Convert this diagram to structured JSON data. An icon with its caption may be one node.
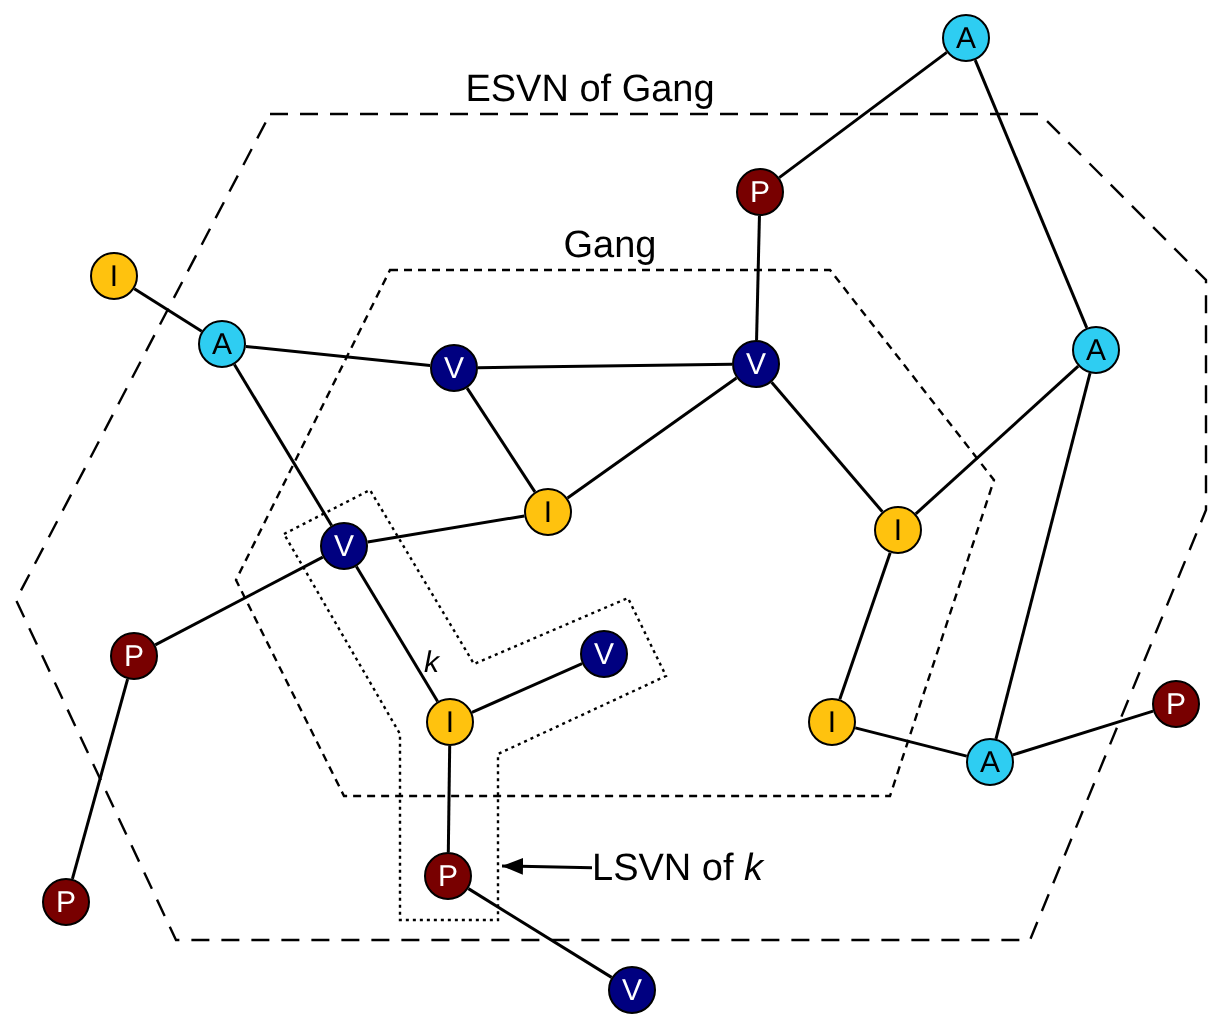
{
  "diagram": {
    "nodes": [
      {
        "text": [
          "ESVN of Gang"
        ]
      },
      {
        "text": [
          "Gang"
        ],
        "in": 0
      },
      {
        "text": [],
        "shape": "polygon",
        "in": 0
      },
      {
        "text": [
          "A"
        ]
      },
      {
        "text": [
          "P"
        ],
        "in": 0
      },
      {
        "text": [
          "I"
        ]
      },
      {
        "text": [
          "A"
        ],
        "in": 0
      },
      {
        "text": [
          "V"
        ],
        "in": 1
      },
      {
        "text": [
          "V"
        ],
        "in": 1
      },
      {
        "text": [
          "A"
        ],
        "in": 0
      },
      {
        "text": [
          "I"
        ],
        "in": 1
      },
      {
        "text": [
          "I"
        ],
        "in": 1
      },
      {
        "text": [
          "V"
        ]
      },
      {
        "text": [
          "P"
        ],
        "in": 0
      },
      {
        "text": [
          "V"
        ]
      },
      {
        "text": [
          "I"
        ],
        "beside": [
          "k"
        ]
      },
      {
        "text": [
          "I"
        ],
        "in": 1
      },
      {
        "text": [
          "A"
        ],
        "in": 0
      },
      {
        "text": [
          "P"
        ]
      },
      {
        "text": [
          "P"
        ]
      },
      {
        "text": [
          "P"
        ],
        "in": 2
      },
      {
        "text": [
          "V"
        ]
      },
      {
        "text": [
          "LSVN of *k*"
        ],
        "in": 0
      }
    ],
    "edges": [
      {
        "from": 3,
        "to": 4,
        "arrow": "none"
      },
      {
        "from": 4,
        "to": 8,
        "arrow": "none"
      },
      {
        "from": 5,
        "to": 6,
        "arrow": "none"
      },
      {
        "from": 6,
        "to": 7,
        "arrow": "none"
      },
      {
        "from": 7,
        "to": 8,
        "arrow": "none"
      },
      {
        "from": 7,
        "to": 10,
        "arrow": "none"
      },
      {
        "from": 8,
        "to": 10,
        "arrow": "none"
      },
      {
        "from": 8,
        "to": 11,
        "arrow": "none"
      },
      {
        "from": 11,
        "to": 9,
        "arrow": "none"
      },
      {
        "from": 3,
        "to": 9,
        "arrow": "none"
      },
      {
        "from": 9,
        "to": 17,
        "arrow": "none"
      },
      {
        "from": 11,
        "to": 16,
        "arrow": "none"
      },
      {
        "from": 16,
        "to": 17,
        "arrow": "none"
      },
      {
        "from": 17,
        "to": 18,
        "arrow": "none"
      },
      {
        "from": 6,
        "to": 12,
        "arrow": "none"
      },
      {
        "from": 12,
        "to": 15,
        "arrow": "none"
      },
      {
        "from": 12,
        "to": 10,
        "arrow": "none"
      },
      {
        "from": 12,
        "to": 13,
        "arrow": "none"
      },
      {
        "from": 13,
        "to": 19,
        "arrow": "none"
      },
      {
        "from": 15,
        "to": 14,
        "arrow": "none"
      },
      {
        "from": 15,
        "to": 20,
        "arrow": "none"
      },
      {
        "from": 20,
        "to": 21,
        "arrow": "none"
      },
      {
        "from": 22,
        "to": 2,
        "arrow": "to"
      }
    ]
  }
}
